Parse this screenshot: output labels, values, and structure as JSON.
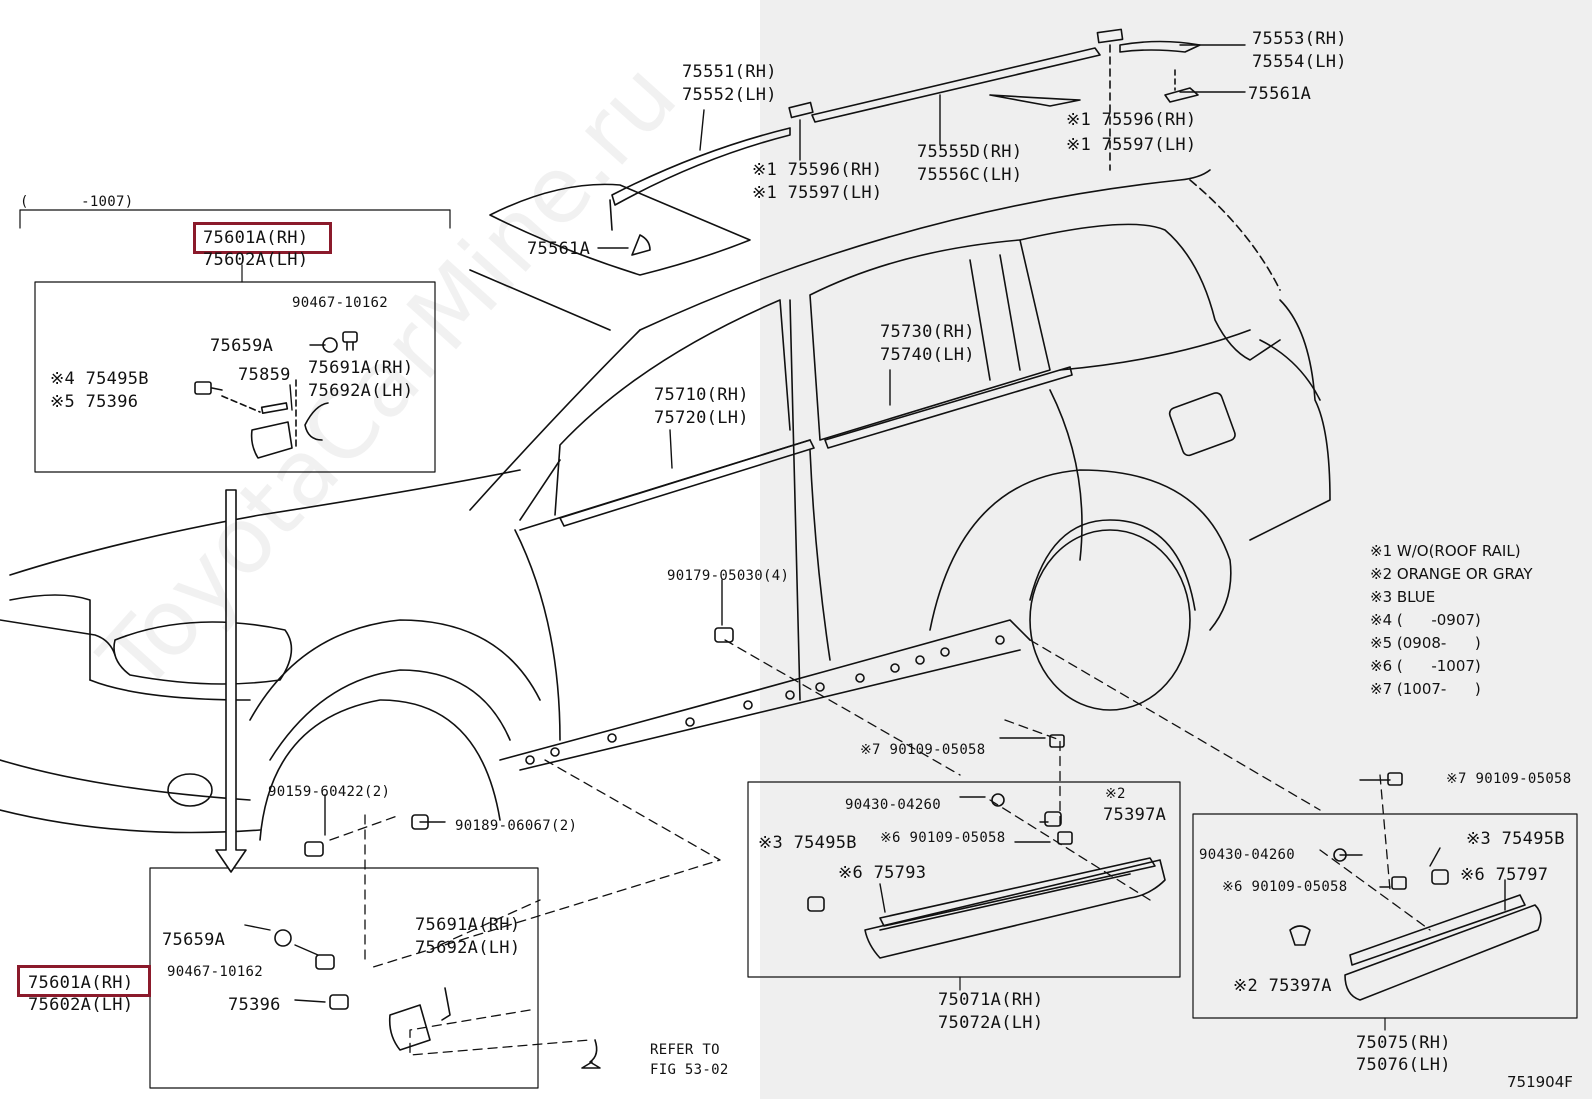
{
  "figure_id": "751904F",
  "watermark": "ToyotaCarMine.ru",
  "inset_top": {
    "range": "(      -1007)",
    "part_rh": "75601A(RH)",
    "part_lh": "75602A(LH)",
    "labels": {
      "p90467": "90467-10162",
      "p75659": "75659A",
      "p75859": "75859",
      "p75691": "75691A(RH)",
      "p75692": "75692A(LH)",
      "p75495": "※4 75495B",
      "p75396": "※5 75396"
    }
  },
  "inset_bottom": {
    "part_rh": "75601A(RH)",
    "part_lh": "75602A(LH)",
    "labels": {
      "p75659": "75659A",
      "p90467": "90467-10162",
      "p75396": "75396",
      "p75691": "75691A(RH)",
      "p75692": "75692A(LH)",
      "refer1": "REFER TO",
      "refer2": "FIG 53-02"
    }
  },
  "callouts": {
    "c75551": "75551(RH)",
    "c75552": "75552(LH)",
    "c75553": "75553(RH)",
    "c75554": "75554(LH)",
    "c75561_top": "75561A",
    "c75561_roof": "75561A",
    "c75596_a": "※1 75596(RH)",
    "c75597_a": "※1 75597(LH)",
    "c75596_b": "※1 75596(RH)",
    "c75597_b": "※1 75597(LH)",
    "c75555": "75555D(RH)",
    "c75556": "75556C(LH)",
    "c75730": "75730(RH)",
    "c75740": "75740(LH)",
    "c75710": "75710(RH)",
    "c75720": "75720(LH)",
    "c90179": "90179-05030(4)",
    "c90159": "90159-60422(2)",
    "c90189": "90189-06067(2)"
  },
  "box_mid": {
    "c90109_top": "※7 90109-05058",
    "c90430": "90430-04260",
    "c75397_note": "※2",
    "c75397": "75397A",
    "c75495": "※3 75495B",
    "c90109": "※6 90109-05058",
    "c75793": "※6 75793",
    "part_rh": "75071A(RH)",
    "part_lh": "75072A(LH)"
  },
  "box_right": {
    "c90109_top": "※7 90109-05058",
    "c90430": "90430-04260",
    "c75495": "※3 75495B",
    "c90109": "※6 90109-05058",
    "c75797": "※6 75797",
    "c75397": "※2 75397A",
    "part_rh": "75075(RH)",
    "part_lh": "75076(LH)"
  },
  "notes": [
    "※1 W/O(ROOF RAIL)",
    "※2 ORANGE OR GRAY",
    "※3 BLUE",
    "※4 (      -0907)",
    "※5 (0908-      )",
    "※6 (      -1007)",
    "※7 (1007-      )"
  ],
  "highlight_color": "#8b1a2b"
}
